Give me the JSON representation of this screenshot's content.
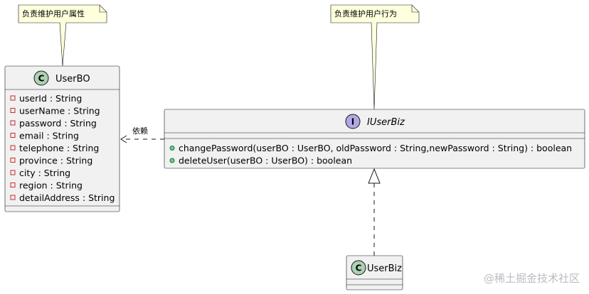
{
  "notes": {
    "userbo_note": "负责维护用户属性",
    "iuserbiz_note": "负责维护用户行为"
  },
  "classes": {
    "userbo": {
      "badge": "C",
      "name": "UserBO",
      "attributes": [
        "userId : String",
        "userName : String",
        "password : String",
        "email : String",
        "telephone : String",
        "province : String",
        "city : String",
        "region : String",
        "detailAddress : String"
      ]
    },
    "iuserbiz": {
      "badge": "I",
      "name": "IUserBiz",
      "methods": [
        "changePassword(userBO : UserBO, oldPassword : String,newPassword : String) : boolean",
        "deleteUser(userBO : UserBO) : boolean"
      ]
    },
    "userbiz": {
      "badge": "C",
      "name": "UserBiz"
    }
  },
  "relations": {
    "dependency_label": "依赖"
  },
  "watermark": "@稀土掘金技术社区",
  "colors": {
    "class_fill": "#f1f1f1",
    "note_fill": "#feffdd",
    "class_badge": "#add1b2",
    "interface_badge": "#b4a7e5",
    "private_marker": "#c82930",
    "public_marker": "#84be84"
  }
}
